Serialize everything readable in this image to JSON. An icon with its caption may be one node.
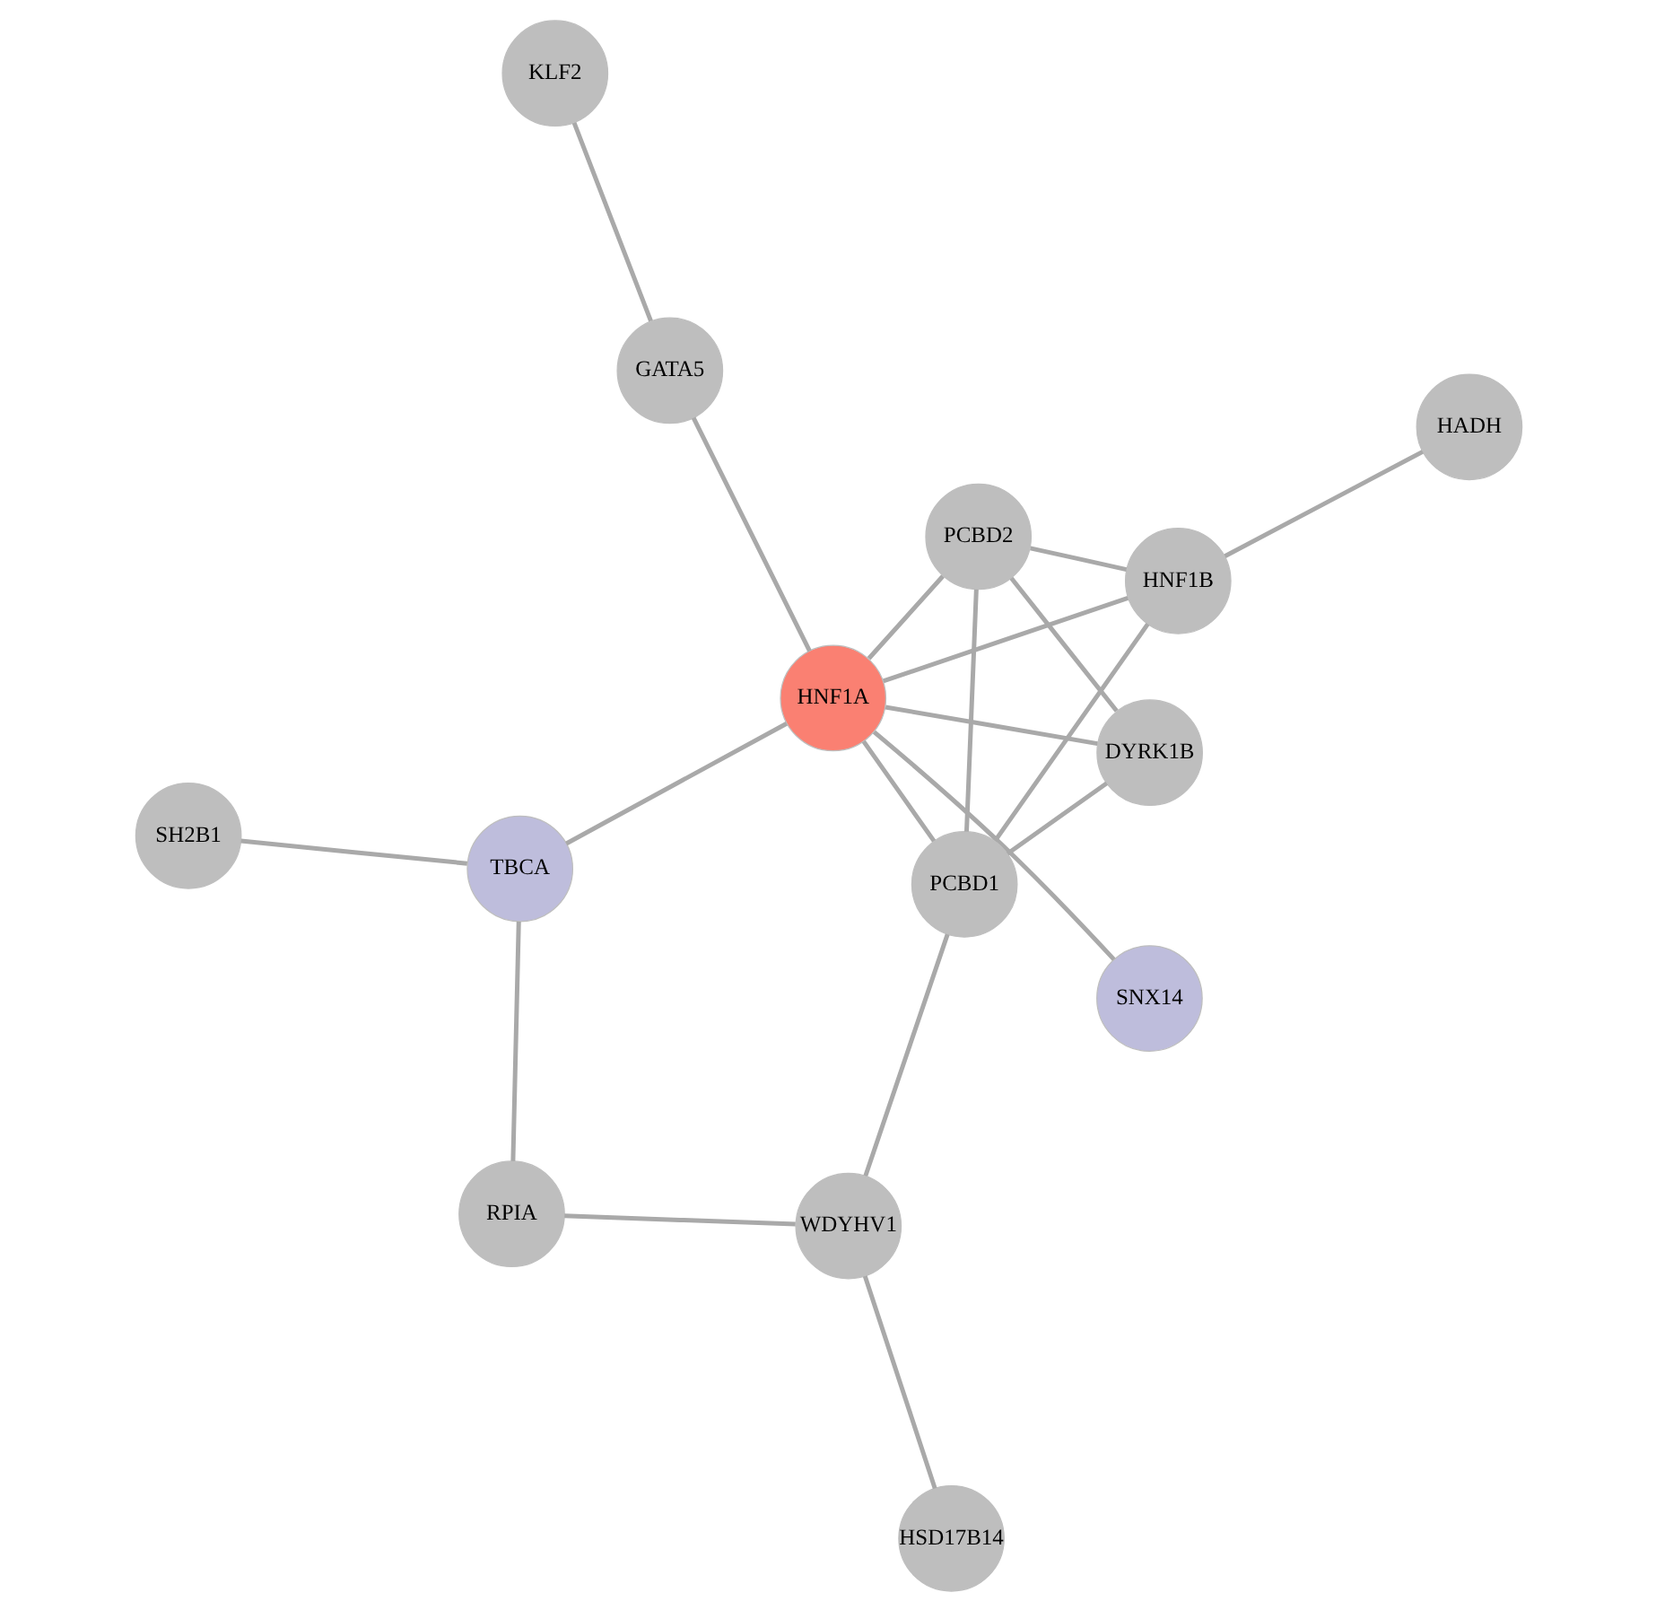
{
  "diagram": {
    "nodes": [
      {
        "text": [
          "KLF2"
        ]
      },
      {
        "text": [
          "GATA5"
        ]
      },
      {
        "text": [
          "SNX14"
        ]
      },
      {
        "text": [
          "DYRK1B"
        ]
      },
      {
        "text": [
          "SH2B1"
        ]
      },
      {
        "text": [
          "PCBD2"
        ]
      },
      {
        "text": [
          "HNF1A"
        ]
      },
      {
        "text": [
          "TBCA"
        ]
      },
      {
        "text": [
          "HNF1B"
        ]
      },
      {
        "text": [
          "PCBD1"
        ]
      },
      {
        "text": [
          "HADH"
        ]
      },
      {
        "text": [
          "RPIA"
        ]
      },
      {
        "text": [
          "WDYHV1"
        ]
      },
      {
        "text": [
          "HSD17B14"
        ]
      }
    ],
    "edges": [
      {
        "from": 0,
        "to": 1,
        "arrow": "none"
      },
      {
        "from": 1,
        "to": 6,
        "arrow": "none"
      },
      {
        "from": 2,
        "to": 6,
        "arrow": "none"
      },
      {
        "from": 3,
        "to": 5,
        "arrow": "none"
      },
      {
        "from": 3,
        "to": 6,
        "arrow": "none"
      },
      {
        "from": 3,
        "to": 9,
        "arrow": "none"
      },
      {
        "from": 5,
        "to": 6,
        "arrow": "none"
      },
      {
        "from": 5,
        "to": 8,
        "arrow": "none"
      },
      {
        "from": 5,
        "to": 9,
        "arrow": "none"
      },
      {
        "from": 6,
        "to": 8,
        "arrow": "none"
      },
      {
        "from": 6,
        "to": 9,
        "arrow": "none"
      },
      {
        "from": 6,
        "to": 7,
        "arrow": "none"
      },
      {
        "from": 4,
        "to": 7,
        "arrow": "none"
      },
      {
        "from": 7,
        "to": 11,
        "arrow": "none"
      },
      {
        "from": 8,
        "to": 10,
        "arrow": "none"
      },
      {
        "from": 8,
        "to": 9,
        "arrow": "none"
      },
      {
        "from": 9,
        "to": 12,
        "arrow": "none"
      },
      {
        "from": 12,
        "to": 11,
        "arrow": "none"
      },
      {
        "from": 12,
        "to": 13,
        "arrow": "none"
      }
    ]
  }
}
